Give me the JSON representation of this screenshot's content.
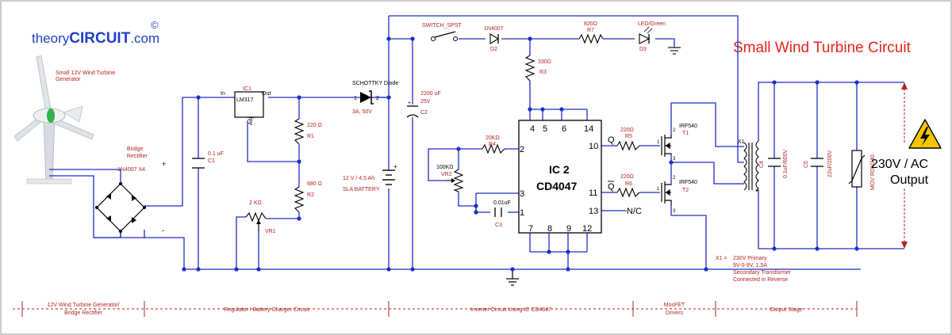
{
  "brand": {
    "prefix": "theory",
    "main": "CIRCUIT",
    "suffix": ".com",
    "copyright": "©"
  },
  "title": "Small Wind Turbine Circuit",
  "generator": {
    "label1": "Small 12V Wind Turbine",
    "label2": "Generator"
  },
  "bridge": {
    "label1": "Bridge",
    "label2": "Rectifier",
    "part": "1N4007 X4",
    "plus": "+",
    "minus": "-"
  },
  "c1": {
    "value": "0.1 uF",
    "ref": "C1"
  },
  "ic1": {
    "ref": "IC1",
    "part": "LM317",
    "in": "In",
    "out": "Out",
    "adj": "Adj"
  },
  "r1": {
    "value": "220 Ω",
    "ref": "R1"
  },
  "r2": {
    "value": "680 Ω",
    "ref": "R2"
  },
  "vr1": {
    "value": "2 KΩ",
    "ref": "VR1"
  },
  "diode_schottky": {
    "label": "SCHOTTKY Diode",
    "pin1": "1",
    "pin2": "2",
    "rating": "3A, 50V"
  },
  "battery": {
    "line1": "12 V / 4.5 Ah",
    "line2": "SLA BATTERY",
    "plus": "+"
  },
  "c2": {
    "value1": "2200 uF",
    "value2": "25V",
    "ref": "C2",
    "plus": "+"
  },
  "switch": {
    "label": "SWITCH_SPST"
  },
  "d2": {
    "part": "1N4007",
    "ref": "D2"
  },
  "r7": {
    "value": "820Ω",
    "ref": "R7"
  },
  "d3": {
    "part": "LED/Green",
    "ref": "D3"
  },
  "r3": {
    "value": "330Ω",
    "ref": "R3"
  },
  "r4": {
    "value": "20KΩ",
    "ref": "R4"
  },
  "vr2": {
    "value": "100KΩ",
    "ref": "VR2"
  },
  "c3": {
    "value": "0.01uF",
    "ref": "C3"
  },
  "ic2": {
    "name": "IC 2",
    "part": "CD4047",
    "top_pins": [
      "4",
      "5",
      "6",
      "14"
    ],
    "left_pins": [
      "2",
      "3",
      "1"
    ],
    "right_pins": [
      "10",
      "11",
      "13"
    ],
    "bottom_pins": [
      "7",
      "8",
      "9",
      "12"
    ],
    "q": "Q",
    "qbar": "Q",
    "nc": "N/C"
  },
  "r5": {
    "value": "220Ω",
    "ref": "R5"
  },
  "r6": {
    "value": "220Ω",
    "ref": "R6"
  },
  "t1": {
    "part": "IRF540",
    "ref": "T1",
    "pins": [
      "2",
      "1",
      "3"
    ]
  },
  "t2": {
    "part": "IRF540",
    "ref": "T2",
    "pins": [
      "2",
      "1",
      "3"
    ]
  },
  "x1": {
    "ref": "X1",
    "note_ref": "X1 =",
    "line1": "230V Primary",
    "line2": "9V-0-9V, 1.5A",
    "line3": "Secondary Transformer",
    "line4": "Connected in Reverse"
  },
  "c4": {
    "value": "0.1uF/600V",
    "ref": "C4"
  },
  "c5": {
    "value": "22uF/200V",
    "ref": "C5"
  },
  "mov": {
    "label": "MOV RDN240"
  },
  "output": {
    "line1": "230V / AC",
    "line2": "Output"
  },
  "sections": [
    "12V Wind Turbine Generator/ Bridge Rectifier",
    "Regulator / Battery Charger Circuit",
    "Inverter Circuit Using IC CD4047",
    "MosFET Drivers",
    "Output Stage"
  ],
  "colors": {
    "wire": "#1c2fc4",
    "ground": "#000000",
    "label": "#b22222",
    "title": "#e8231c",
    "brand_blue": "#1f3fc7",
    "warning": "#f5c400"
  }
}
